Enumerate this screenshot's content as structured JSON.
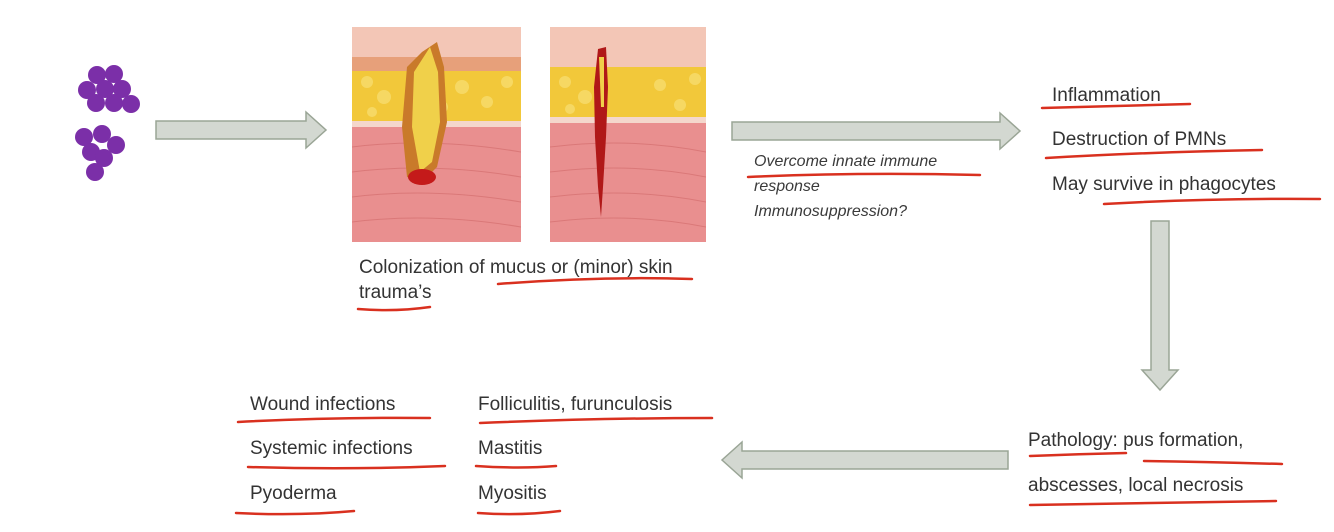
{
  "colors": {
    "bacteria": "#7b2fa8",
    "arrow_fill": "#d3d8d1",
    "arrow_stroke": "#9aa596",
    "underline": "#d9301f",
    "skin_pink": "#e98f8f",
    "fat_yellow": "#f2c83a",
    "wound_red": "#b01818"
  },
  "images": {
    "bacteria_icon": "bacteria-cluster-icon",
    "skin_trauma_1": "open-skin-wound-illustration",
    "skin_trauma_2": "narrow-skin-puncture-illustration"
  },
  "colonization": {
    "line1": "Colonization of mucus or (minor) skin",
    "line2": "trauma’s"
  },
  "immune": {
    "line1": "Overcome innate immune",
    "line2": "response",
    "line3": "Immunosuppression?"
  },
  "response_list": [
    "Inflammation",
    "Destruction of PMNs",
    "May survive in phagocytes"
  ],
  "pathology": {
    "line1": "Pathology: pus formation,",
    "line2": "abscesses, local necrosis"
  },
  "infections_col1": [
    "Wound infections",
    "Systemic infections",
    "Pyoderma"
  ],
  "infections_col2": [
    "Folliculitis, furunculosis",
    "Mastitis",
    "Myositis"
  ]
}
